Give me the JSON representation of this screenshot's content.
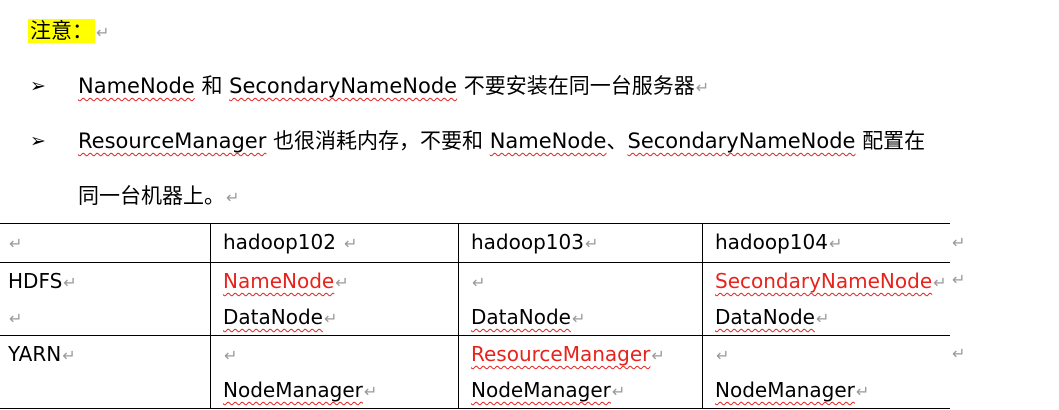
{
  "note": {
    "label": "注意：",
    "mark": "↵"
  },
  "bullets": [
    {
      "arrow": "➢",
      "parts": [
        {
          "text": "NameNode",
          "squiggle": true
        },
        {
          "text": " 和 ",
          "squiggle": false
        },
        {
          "text": "SecondaryNameNode",
          "squiggle": true
        },
        {
          "text": " 不要安装在同一台服务器",
          "squiggle": false
        }
      ],
      "mark": "↵"
    },
    {
      "arrow": "➢",
      "parts": [
        {
          "text": "ResourceManager",
          "squiggle": true
        },
        {
          "text": " 也很消耗内存，不要和 ",
          "squiggle": false
        },
        {
          "text": "NameNode",
          "squiggle": true
        },
        {
          "text": "、",
          "squiggle": false
        },
        {
          "text": "SecondaryNameNode",
          "squiggle": true
        },
        {
          "text": " 配置在",
          "squiggle": false
        }
      ],
      "continuation": "同一台机器上。",
      "mark": "↵"
    }
  ],
  "table": {
    "mark": "↵",
    "header": [
      "",
      "hadoop102",
      "hadoop103",
      "hadoop104"
    ],
    "rows": [
      {
        "label": "HDFS",
        "cells": [
          {
            "lines": [
              {
                "text": "NameNode",
                "red": true
              },
              {
                "text": "DataNode",
                "red": false
              }
            ]
          },
          {
            "lines": [
              {
                "text": "",
                "red": false
              },
              {
                "text": "DataNode",
                "red": false
              }
            ]
          },
          {
            "lines": [
              {
                "text": "SecondaryNameNode",
                "red": true
              },
              {
                "text": "DataNode",
                "red": false
              }
            ]
          }
        ]
      },
      {
        "label": "YARN",
        "cells": [
          {
            "lines": [
              {
                "text": "",
                "red": false
              },
              {
                "text": "NodeManager",
                "red": false
              }
            ]
          },
          {
            "lines": [
              {
                "text": "ResourceManager",
                "red": true
              },
              {
                "text": "NodeManager",
                "red": false
              }
            ]
          },
          {
            "lines": [
              {
                "text": "",
                "red": false
              },
              {
                "text": "NodeManager",
                "red": false
              }
            ]
          }
        ]
      }
    ]
  }
}
